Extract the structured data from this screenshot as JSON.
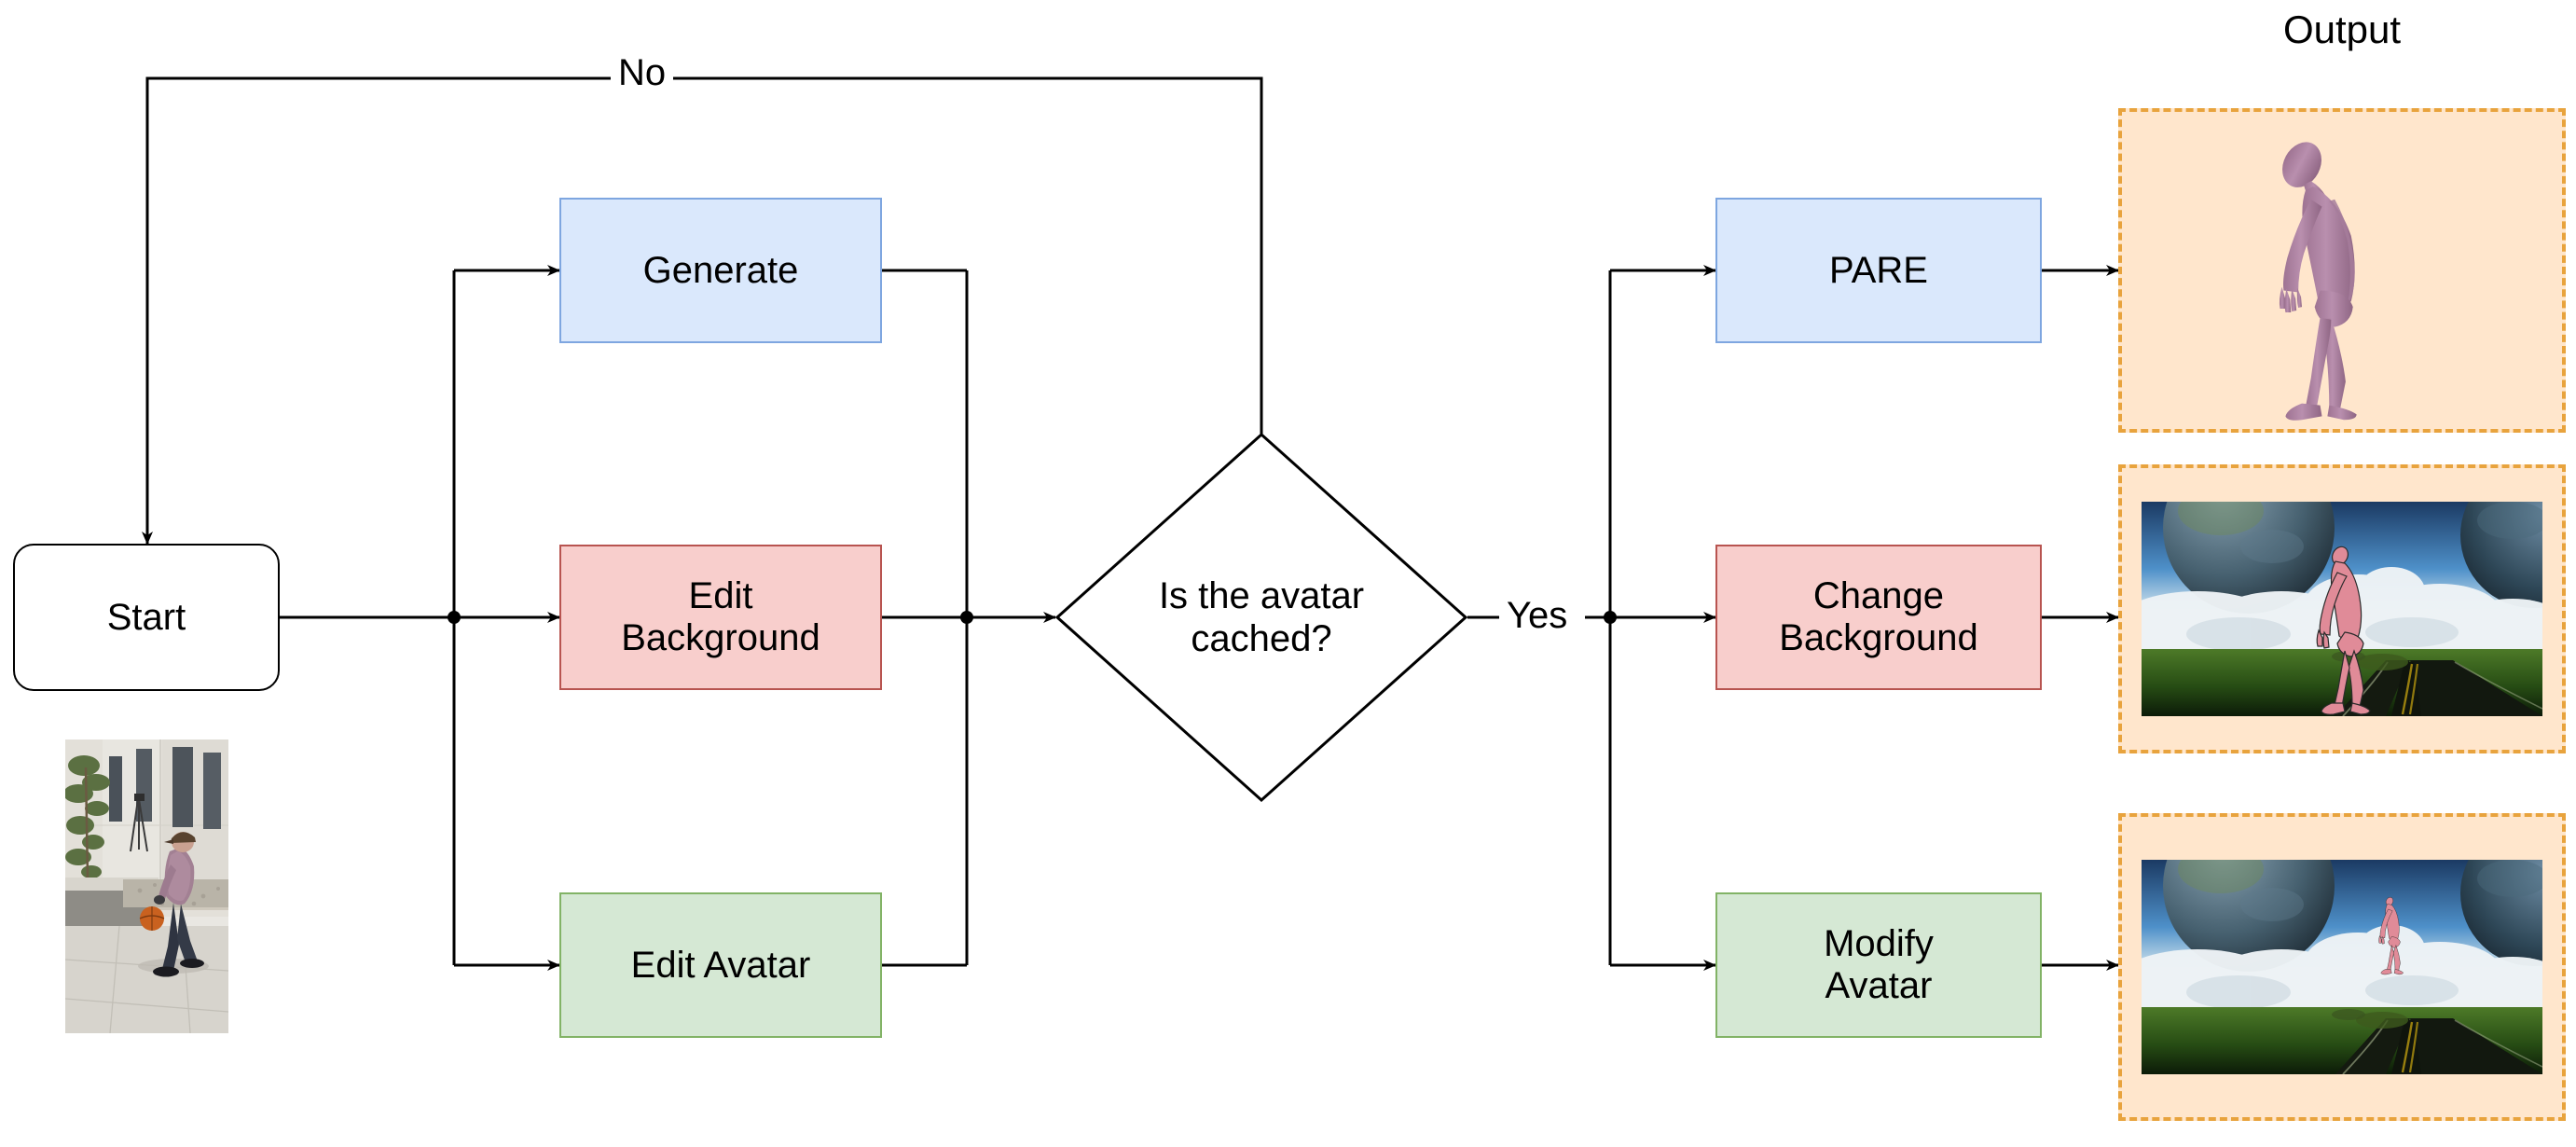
{
  "diagram": {
    "title_right": "Output",
    "nodes": {
      "start": {
        "label": "Start",
        "shape": "rounded-rect",
        "fill": "#ffffff",
        "stroke": "#000000"
      },
      "generate": {
        "label": "Generate",
        "shape": "rect",
        "fill": "#dae8fc",
        "stroke": "#7ea6e0"
      },
      "edit_background": {
        "label": "Edit\nBackground",
        "shape": "rect",
        "fill": "#f8cecc",
        "stroke": "#b85450"
      },
      "edit_avatar": {
        "label": "Edit Avatar",
        "shape": "rect",
        "fill": "#d5e8d4",
        "stroke": "#82b366"
      },
      "decision": {
        "label": "Is the avatar\ncached?",
        "shape": "diamond",
        "fill": "#ffffff",
        "stroke": "#000000"
      },
      "pare": {
        "label": "PARE",
        "shape": "rect",
        "fill": "#dae8fc",
        "stroke": "#7ea6e0"
      },
      "change_background": {
        "label": "Change\nBackground",
        "shape": "rect",
        "fill": "#f8cecc",
        "stroke": "#b85450"
      },
      "modify_avatar": {
        "label": "Modify\nAvatar",
        "shape": "rect",
        "fill": "#d5e8d4",
        "stroke": "#82b366"
      }
    },
    "edge_labels": {
      "no": "No",
      "yes": "Yes"
    },
    "outputs": [
      {
        "name": "pare-output",
        "caption": "",
        "kind": "mesh-on-plain",
        "panel_fill": "#ffe6cc",
        "panel_stroke": "#e8a33d"
      },
      {
        "name": "change-background-output",
        "caption": "",
        "kind": "avatar-on-scene-ground",
        "panel_fill": "#ffe6cc",
        "panel_stroke": "#e8a33d"
      },
      {
        "name": "modify-avatar-output",
        "caption": "",
        "kind": "avatar-on-scene-sky",
        "panel_fill": "#ffe6cc",
        "panel_stroke": "#e8a33d"
      }
    ],
    "input_photo": {
      "name": "input-photo",
      "description": "person bouncing a basketball on a sidewalk"
    },
    "colors": {
      "blue_fill": "#dae8fc",
      "blue_stroke": "#7ea6e0",
      "pink_fill": "#f8cecc",
      "pink_stroke": "#b85450",
      "green_fill": "#d5e8d4",
      "green_stroke": "#82b366",
      "panel_fill": "#ffe6cc",
      "panel_stroke": "#e8a33d",
      "line": "#000000",
      "avatar_mesh": "#b083a6",
      "avatar_pink": "#e4909a"
    }
  }
}
